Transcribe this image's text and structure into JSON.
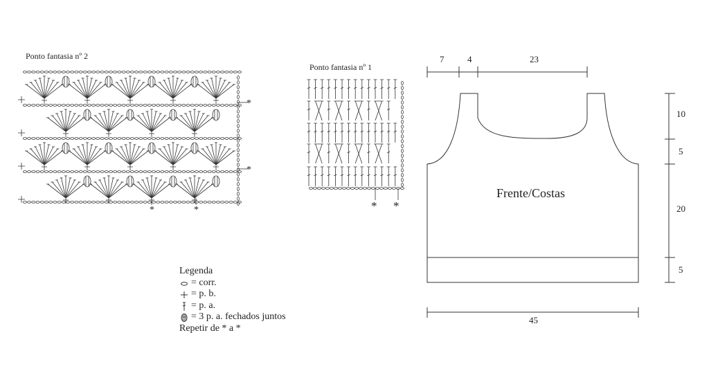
{
  "charts": {
    "fancy_stitch_2": {
      "title": "Ponto fantasia nº 2"
    },
    "fancy_stitch_1": {
      "title": "Ponto fantasia nº 1"
    },
    "repeat_mark": "*"
  },
  "legend": {
    "title": "Legenda",
    "items": [
      {
        "icon": "chain-stitch-icon",
        "text": "= corr."
      },
      {
        "icon": "single-crochet-icon",
        "text": "= p. b."
      },
      {
        "icon": "double-crochet-icon",
        "text": "= p. a."
      },
      {
        "icon": "cluster-3dc-icon",
        "text": "= 3 p. a. fechados juntos"
      }
    ],
    "repeat_note": "Repetir de * a *"
  },
  "schematic": {
    "label": "Frente/Costas",
    "top_dims": [
      "7",
      "4",
      "23"
    ],
    "right_dims": [
      "10",
      "5",
      "20",
      "5"
    ],
    "bottom_dim": "45"
  }
}
